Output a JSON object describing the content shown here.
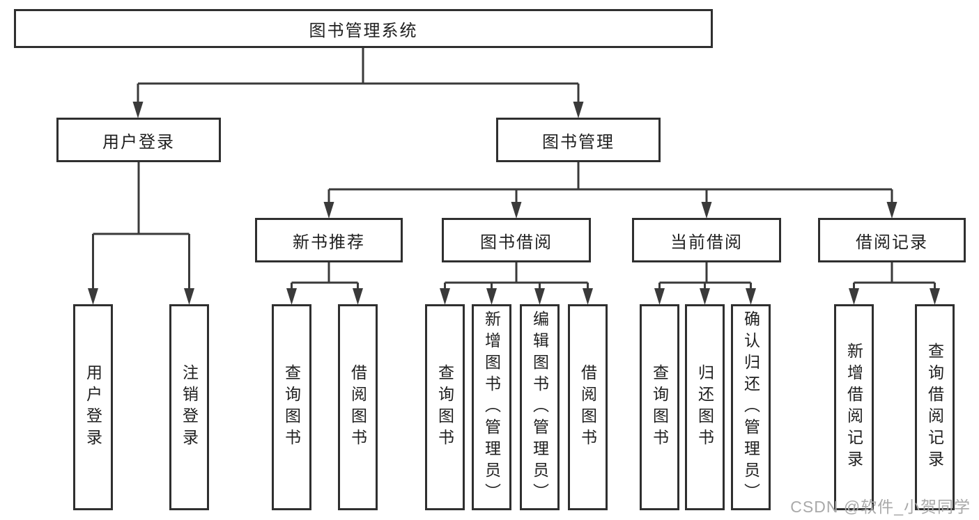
{
  "diagram": {
    "root": {
      "label": "图书管理系统",
      "children": [
        {
          "label": "用户登录",
          "children": [
            {
              "label": "用户登录"
            },
            {
              "label": "注销登录"
            }
          ]
        },
        {
          "label": "图书管理",
          "children": [
            {
              "label": "新书推荐",
              "children": [
                {
                  "label": "查询图书"
                },
                {
                  "label": "借阅图书"
                }
              ]
            },
            {
              "label": "图书借阅",
              "children": [
                {
                  "label": "查询图书"
                },
                {
                  "label": "新增图书（管理员）"
                },
                {
                  "label": "编辑图书（管理员）"
                },
                {
                  "label": "借阅图书"
                }
              ]
            },
            {
              "label": "当前借阅",
              "children": [
                {
                  "label": "查询图书"
                },
                {
                  "label": "归还图书"
                },
                {
                  "label": "确认归还（管理员）"
                }
              ]
            },
            {
              "label": "借阅记录",
              "children": [
                {
                  "label": "新增借阅记录"
                },
                {
                  "label": "查询借阅记录"
                }
              ]
            }
          ]
        }
      ]
    }
  },
  "watermark": {
    "text": "CSDN @软件_小贺同学"
  },
  "colors": {
    "line": "#3a3a3a",
    "border": "#2f2f2f",
    "text": "#1f1f1f",
    "watermark": "#a9a9a9",
    "background": "#ffffff"
  }
}
